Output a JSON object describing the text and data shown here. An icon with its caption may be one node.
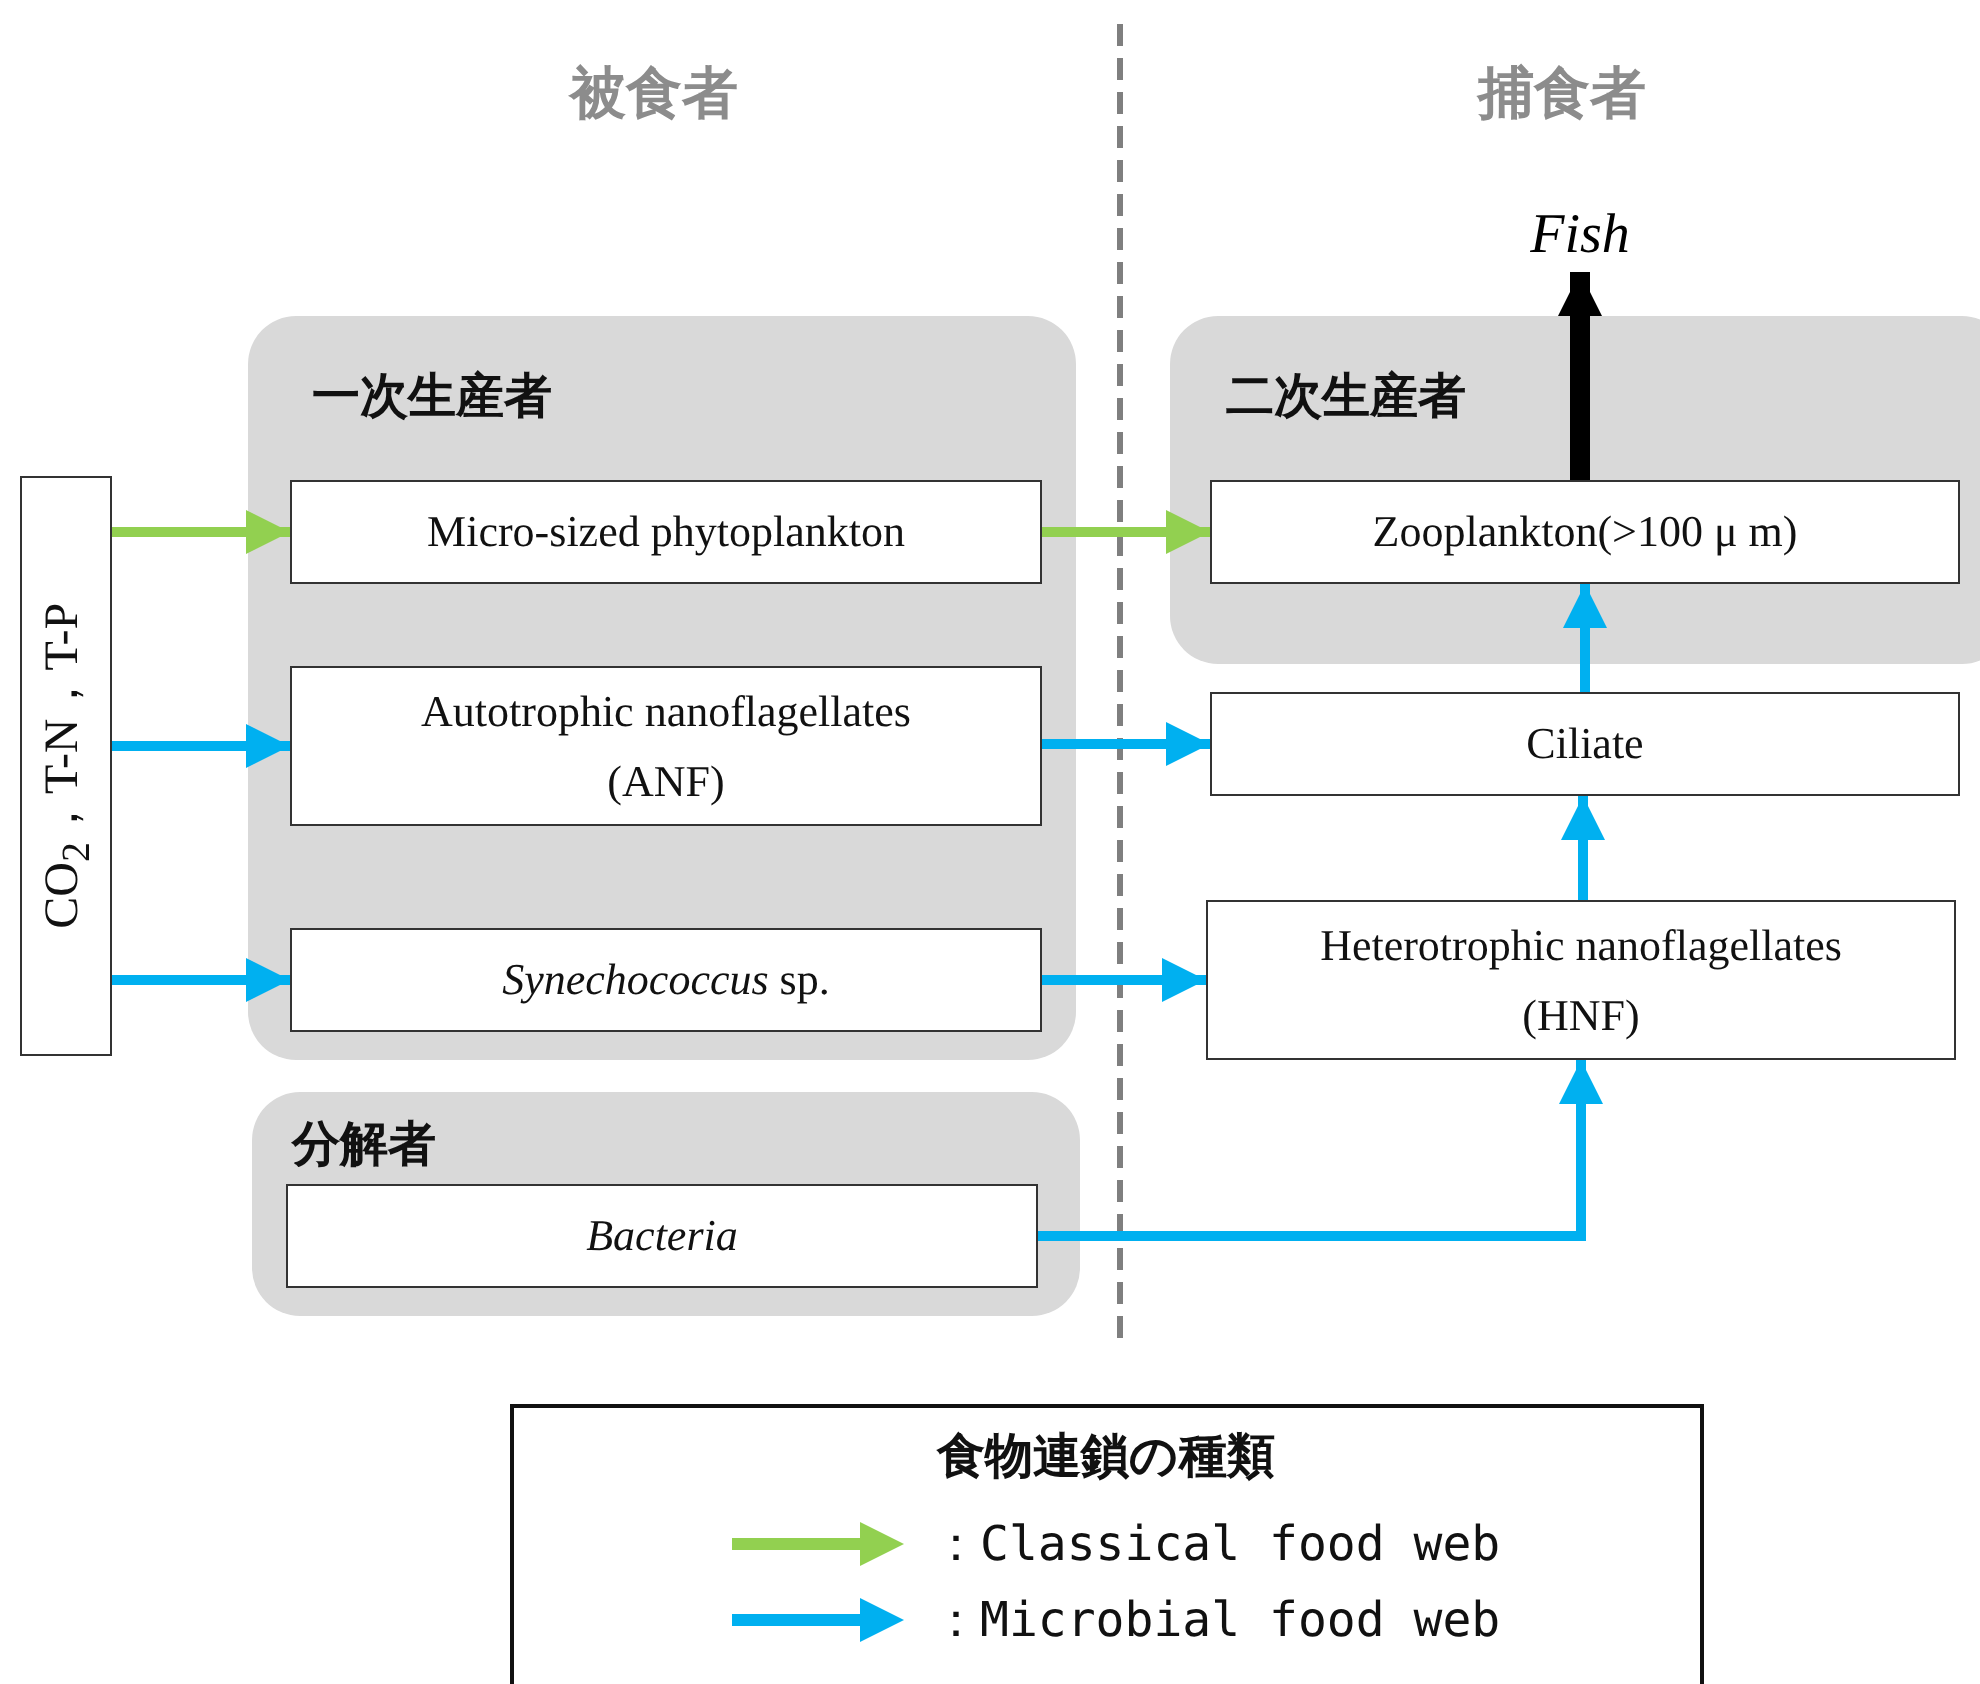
{
  "diagram": {
    "nodes": [
      {
        "text": [
          "一次生産者"
        ]
      },
      {
        "text": [
          "Micro-sized phytoplankton"
        ],
        "in": 0
      },
      {
        "text": [
          "Autotrophic nanoflagellates (ANF)"
        ],
        "in": 0
      },
      {
        "text": [
          "*Synechococcus* sp."
        ],
        "in": 0
      },
      {
        "text": [
          "分解者"
        ]
      },
      {
        "text": [
          "Bacteria"
        ],
        "in": 4
      },
      {
        "text": [
          "二次生産者"
        ]
      },
      {
        "text": [
          "Zooplankton(>100 μ m)"
        ],
        "in": 6
      },
      {
        "text": [
          "Ciliate"
        ]
      },
      {
        "text": [
          "Heterotrophic nanoflagellates (HNF)"
        ]
      },
      {
        "text": [
          "CO$_{2}$，T-N，T-P"
        ]
      },
      {
        "text": [
          "Fish"
        ]
      }
    ],
    "edges": [
      {
        "from": 10,
        "to": 1,
        "arrow": "to",
        "color": "#92d050"
      },
      {
        "from": 10,
        "to": 2,
        "arrow": "to"
      },
      {
        "from": 10,
        "to": 3,
        "arrow": "to"
      },
      {
        "from": 1,
        "to": 7,
        "arrow": "to",
        "color": "#92d050"
      },
      {
        "from": 2,
        "to": 8,
        "arrow": "to"
      },
      {
        "from": 3,
        "to": 9,
        "arrow": "to"
      },
      {
        "from": 5,
        "to": 9,
        "arrow": "to"
      },
      {
        "from": 9,
        "to": 8,
        "arrow": "to"
      },
      {
        "from": 8,
        "to": 7,
        "arrow": "to"
      },
      {
        "from": 7,
        "to": 11,
        "arrow": "to",
        "style": "thick",
        "color": "#000000"
      }
    ],
    "labels": [
      "被食者",
      "捕食者",
      "食物連鎖の種類"
    ],
    "legend": [
      {
        "text": "：Classical food web",
        "color": "#92d050"
      },
      {
        "text": "：Microbial food web",
        "color": "#00b0f0"
      }
    ]
  }
}
